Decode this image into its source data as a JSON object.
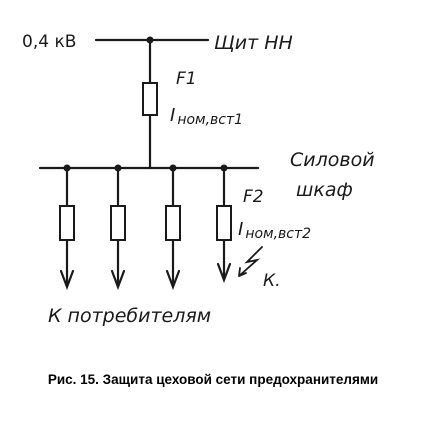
{
  "diagram": {
    "source_voltage": "0,4 кВ",
    "panel_label": "Щит НН",
    "fuse1": {
      "id": "F1",
      "rating_main": "I",
      "rating_sub": "ном,вст1"
    },
    "cabinet_label_line1": "Силовой",
    "cabinet_label_line2": "шкаф",
    "fuse2": {
      "id": "F2",
      "rating_main": "I",
      "rating_sub": "ном,вст2"
    },
    "fault_label": "К.",
    "consumers_label": "К потребителям"
  },
  "caption": "Рис. 15. Защита цеховой сети предохранителями",
  "colors": {
    "ink": "#1a1a1a",
    "background": "#ffffff"
  }
}
